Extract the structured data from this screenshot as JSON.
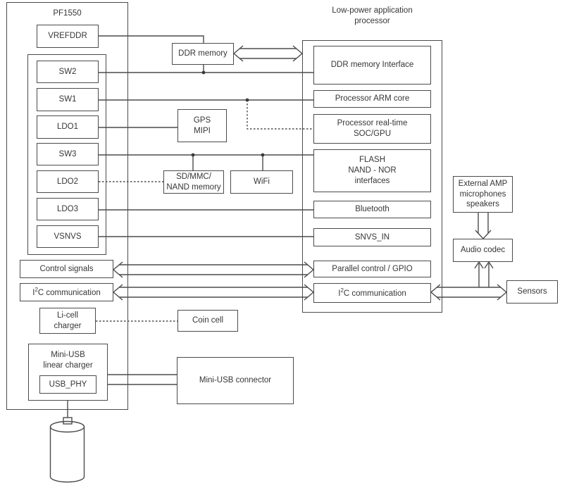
{
  "colors": {
    "line": "#4b4b4b",
    "text": "#363636",
    "background": "#ffffff"
  },
  "pf1550": {
    "title": "PF1550",
    "vrefddr": "VREFDDR",
    "regulators": [
      "SW2",
      "SW1",
      "LDO1",
      "SW3",
      "LDO2",
      "LDO3",
      "VSNVS"
    ],
    "control_signals": "Control signals",
    "i2c": {
      "pre": "I",
      "sup": "2",
      "post": "C communication"
    },
    "licell_charger": "Li-cell\ncharger",
    "miniusb_charger": "Mini-USB\nlinear charger",
    "usb_phy": "USB_PHY"
  },
  "middle": {
    "ddr_memory": "DDR memory",
    "gps_mipi": "GPS\nMIPI",
    "sdmmc": "SD/MMC/\nNAND memory",
    "wifi": "WiFi",
    "coin_cell": "Coin cell",
    "miniusb_connector": "Mini-USB connector"
  },
  "processor": {
    "title": "Low-power application\nprocessor",
    "ddr_interface": "DDR memory Interface",
    "arm_core": "Processor ARM core",
    "realtime_soc": "Processor real-time\nSOC/GPU",
    "flash": "FLASH\nNAND - NOR\ninterfaces",
    "bluetooth": "Bluetooth",
    "snvs_in": "SNVS_IN",
    "parallel_gpio": "Parallel control / GPIO",
    "i2c": {
      "pre": "I",
      "sup": "2",
      "post": "C communication"
    }
  },
  "right": {
    "external_amp": "External AMP\nmicrophones\nspeakers",
    "audio_codec": "Audio codec",
    "sensors": "Sensors"
  }
}
